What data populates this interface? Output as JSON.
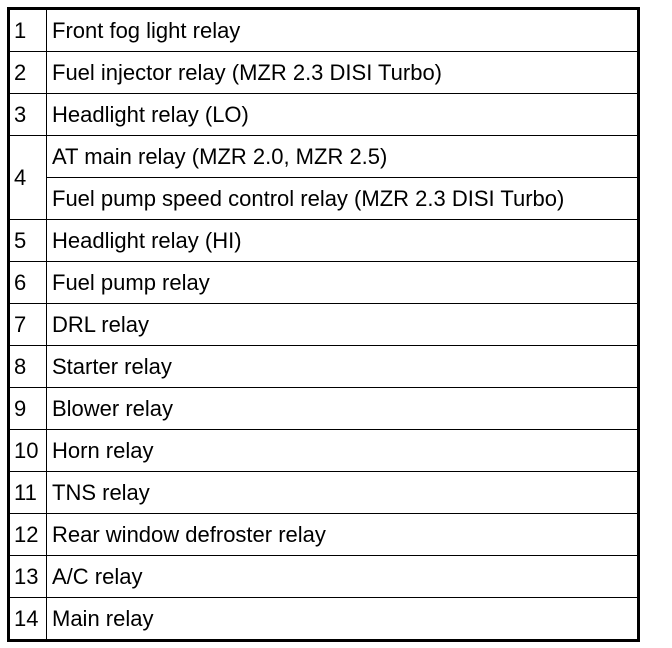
{
  "rows": [
    {
      "no": "1",
      "items": [
        "Front fog light relay"
      ]
    },
    {
      "no": "2",
      "items": [
        "Fuel injector relay (MZR 2.3 DISI Turbo)"
      ]
    },
    {
      "no": "3",
      "items": [
        "Headlight relay (LO)"
      ]
    },
    {
      "no": "4",
      "items": [
        "AT main relay (MZR 2.0, MZR 2.5)",
        "Fuel pump speed control relay (MZR 2.3 DISI Turbo)"
      ]
    },
    {
      "no": "5",
      "items": [
        "Headlight relay (HI)"
      ]
    },
    {
      "no": "6",
      "items": [
        "Fuel pump relay"
      ]
    },
    {
      "no": "7",
      "items": [
        "DRL relay"
      ]
    },
    {
      "no": "8",
      "items": [
        "Starter relay"
      ]
    },
    {
      "no": "9",
      "items": [
        "Blower relay"
      ]
    },
    {
      "no": "10",
      "items": [
        "Horn relay"
      ]
    },
    {
      "no": "11",
      "items": [
        "TNS relay"
      ]
    },
    {
      "no": "12",
      "items": [
        "Rear window defroster relay"
      ]
    },
    {
      "no": "13",
      "items": [
        "A/C relay"
      ]
    },
    {
      "no": "14",
      "items": [
        "Main relay"
      ]
    }
  ]
}
